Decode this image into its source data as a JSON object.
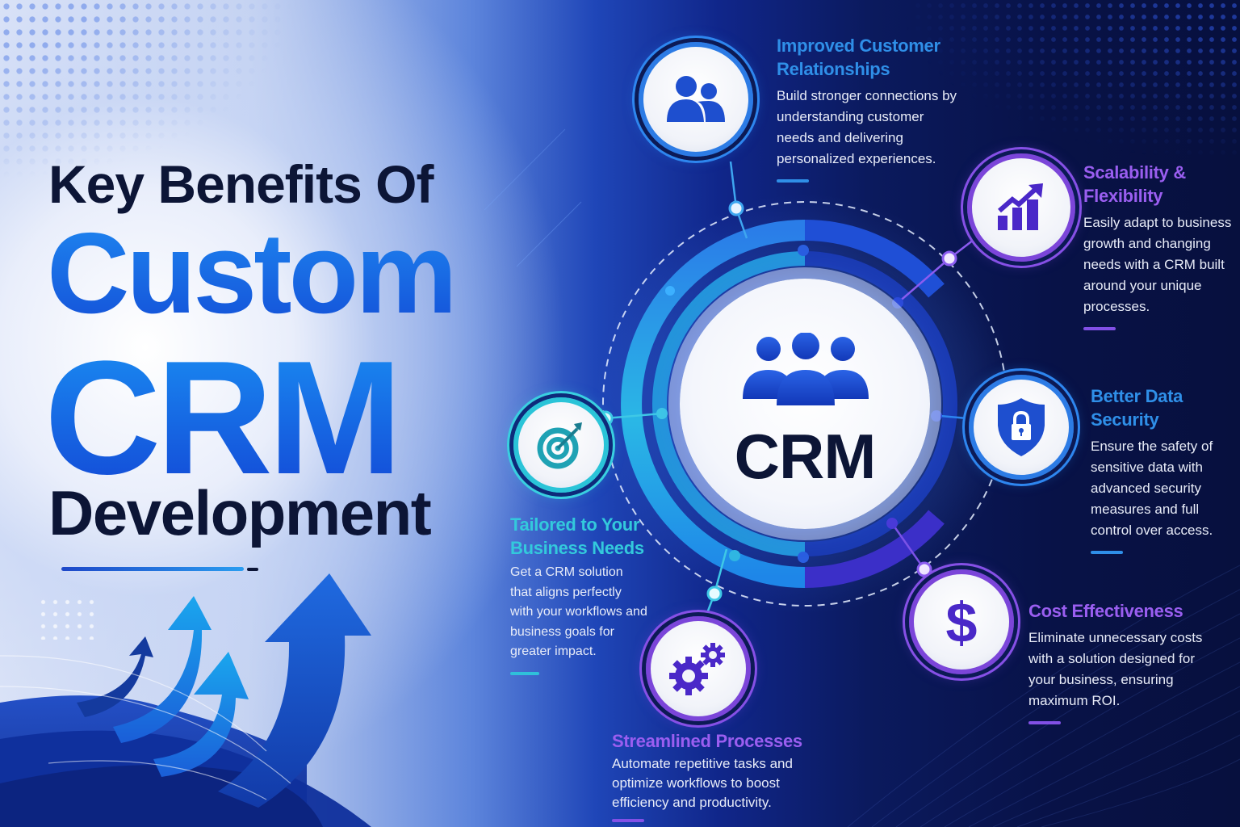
{
  "title": {
    "line1": "Key Benefits Of",
    "line2": "Custom",
    "line3": "CRM",
    "line4": "Development"
  },
  "center": {
    "label": "CRM",
    "icon": "group-users-icon"
  },
  "benefits": [
    {
      "id": "improved-customer-relationships",
      "heading_line1": "Improved Customer",
      "heading_line2": "Relationships",
      "description": "Build stronger connections by understanding customer needs and delivering personalized experiences.",
      "icon": "users-icon",
      "accent": "#2f8fe8"
    },
    {
      "id": "scalability-flexibility",
      "heading_line1": "Scalability &",
      "heading_line2": "Flexibility",
      "description": "Easily adapt to business growth and changing needs with a CRM built around your unique processes.",
      "icon": "growth-chart-icon",
      "accent": "#9a5ef0"
    },
    {
      "id": "better-data-security",
      "heading_line1": "Better Data",
      "heading_line2": "Security",
      "description": "Ensure the safety of sensitive data with advanced security measures and full control over access.",
      "icon": "shield-lock-icon",
      "accent": "#2f8fe8"
    },
    {
      "id": "cost-effectiveness",
      "heading_line1": "Cost Effectiveness",
      "heading_line2": "",
      "description": "Eliminate unnecessary costs with a solution designed for your business, ensuring maximum ROI.",
      "icon": "dollar-icon",
      "accent": "#9a5ef0"
    },
    {
      "id": "streamlined-processes",
      "heading_line1": "Streamlined Processes",
      "heading_line2": "",
      "description": "Automate repetitive tasks and optimize workflows to boost efficiency and productivity.",
      "icon": "gears-icon",
      "accent": "#9a5ef0"
    },
    {
      "id": "tailored-business-needs",
      "heading_line1": "Tailored to Your",
      "heading_line2": "Business Needs",
      "description": "Get a CRM solution that aligns perfectly with your workflows and business goals for greater impact.",
      "icon": "target-icon",
      "accent": "#33c9dc"
    }
  ],
  "colors": {
    "navy_text": "#0c1536",
    "title_blue": "#1d5fe0",
    "bg_dark": "#081247",
    "accent_blue": "#2f8fe8",
    "accent_purple": "#9a5ef0",
    "accent_teal": "#33c9dc"
  }
}
